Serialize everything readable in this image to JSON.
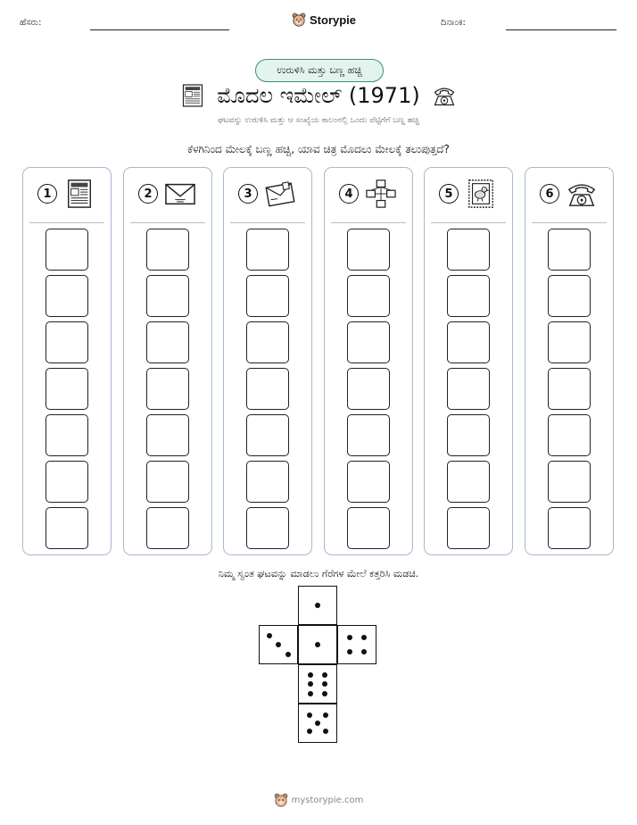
{
  "header": {
    "name_label": "ಹೆಸರು:",
    "date_label": "ದಿನಾಂಕ:",
    "brand": "Storypie"
  },
  "badge": "ಉರುಳಿಸಿ ಮತ್ತು ಬಣ್ಣ ಹಚ್ಚಿ",
  "title": "ಮೊದಲ ಇಮೇಲ್ (1971)",
  "title_icons": [
    "newspaper-icon",
    "rotary-phone-icon"
  ],
  "subtitle": "ಘಟವನ್ನು ಉರುಳಿಸಿ ಮತ್ತು ಆ ಸಂಖ್ಯೆಯ ಕಾಲಂನಲ್ಲಿ ಒಂದು ಪೆಟ್ಟಿಗೆಗೆ ಬಣ್ಣ ಹಚ್ಚಿ",
  "question": "ಕೆಳಗಿನಿಂದ ಮೇಲಕ್ಕೆ ಬಣ್ಣ ಹಚ್ಚಿ, ಯಾವ ಚಿತ್ರ ಮೊದಲು ಮೇಲಕ್ಕೆ ತಲುಪುತ್ತದೆ?",
  "columns": [
    {
      "number": "1",
      "icon": "newspaper-icon",
      "boxes": 7
    },
    {
      "number": "2",
      "icon": "envelope-icon",
      "boxes": 7
    },
    {
      "number": "3",
      "icon": "stamped-envelope-icon",
      "boxes": 7
    },
    {
      "number": "4",
      "icon": "network-icon",
      "boxes": 7
    },
    {
      "number": "5",
      "icon": "postage-stamp-icon",
      "boxes": 7
    },
    {
      "number": "6",
      "icon": "rotary-phone-icon",
      "boxes": 7
    }
  ],
  "die_instruction": "ನಿಮ್ಮ ಸ್ವಂತ ಘಟವನ್ನು ಮಾಡಲು ಗೆರೆಗಳ ಮೇಲೆ ಕತ್ತರಿಸಿ ಮಡಚಿ.",
  "die_faces": [
    1,
    3,
    1,
    4,
    6,
    5
  ],
  "footer": "mystorypie.com",
  "colors": {
    "badge_bg": "#e2f4ee",
    "badge_border": "#3a8f7a",
    "column_border": "#a8b8cf"
  }
}
